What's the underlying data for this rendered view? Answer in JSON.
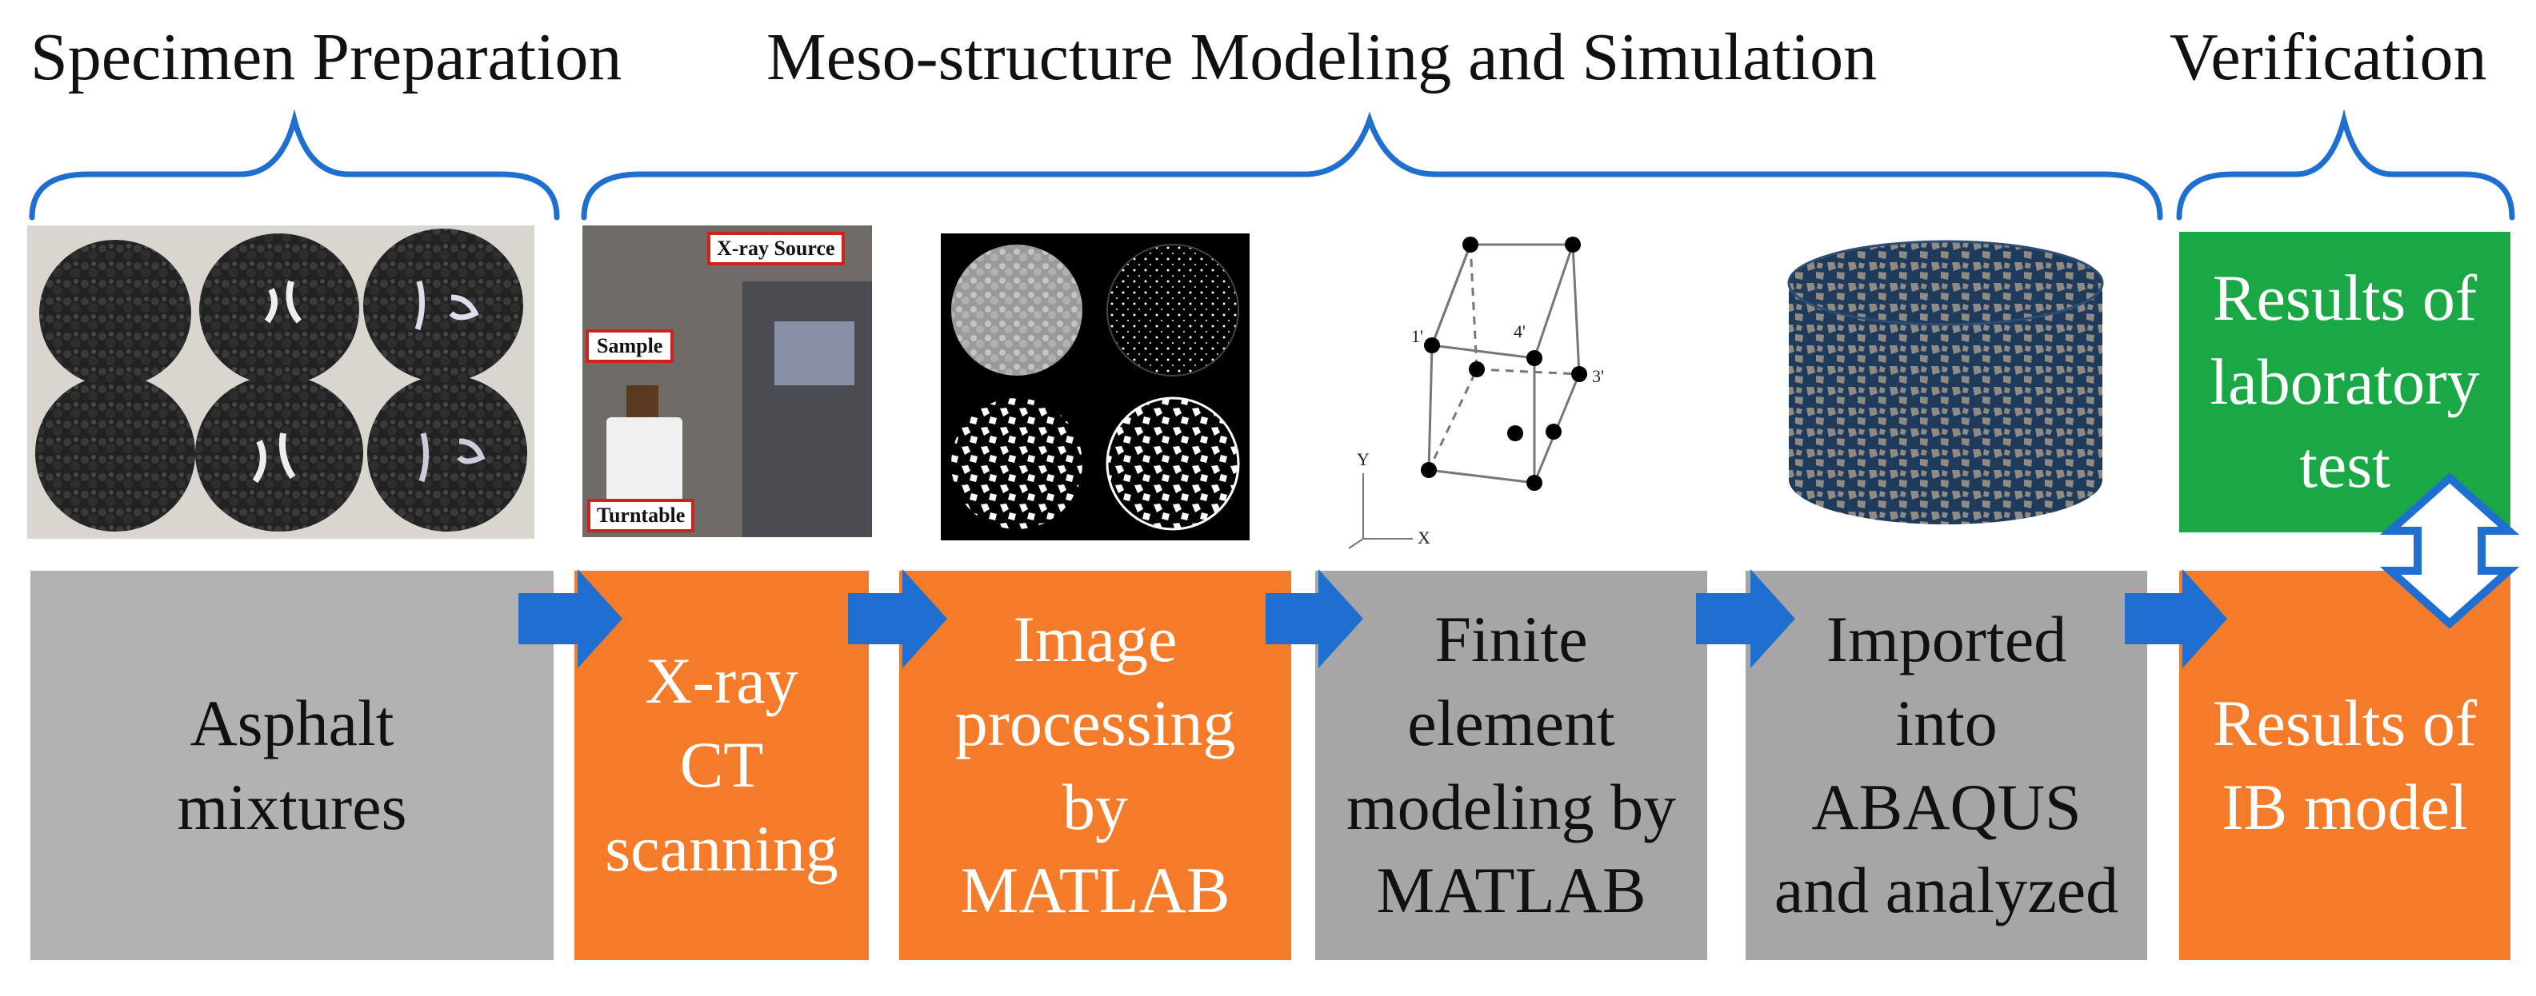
{
  "sections": {
    "specimen_title": "Specimen Preparation",
    "meso_title": "Meso-structure Modeling and Simulation",
    "verification_title": "Verification"
  },
  "steps": [
    {
      "lines": [
        "Asphalt",
        "mixtures"
      ]
    },
    {
      "lines": [
        "X-ray",
        "CT",
        "scanning"
      ]
    },
    {
      "lines": [
        "Image",
        "processing",
        "by",
        "MATLAB"
      ]
    },
    {
      "lines": [
        "Finite",
        "element",
        "modeling by",
        "MATLAB"
      ]
    },
    {
      "lines": [
        "Imported",
        "into",
        "ABAQUS",
        "and analyzed"
      ]
    },
    {
      "lines": [
        "Results of",
        "IB model"
      ]
    }
  ],
  "lab_results": {
    "lines": [
      "Results of",
      "laboratory",
      "test"
    ]
  },
  "xray_photo": {
    "source_label": "X-ray Source",
    "sample_label": "Sample",
    "turntable_label": "Turntable"
  },
  "fe_element": {
    "nodes": [
      "1'",
      "4'",
      "3'"
    ],
    "axes": [
      "Y",
      "X"
    ]
  },
  "colors": {
    "gray_box": "#b2b2b2",
    "orange_box": "#f47b2a",
    "green_box": "#1aa745",
    "arrow_blue": "#1f6fd0",
    "brace_blue": "#1f6fd0"
  }
}
